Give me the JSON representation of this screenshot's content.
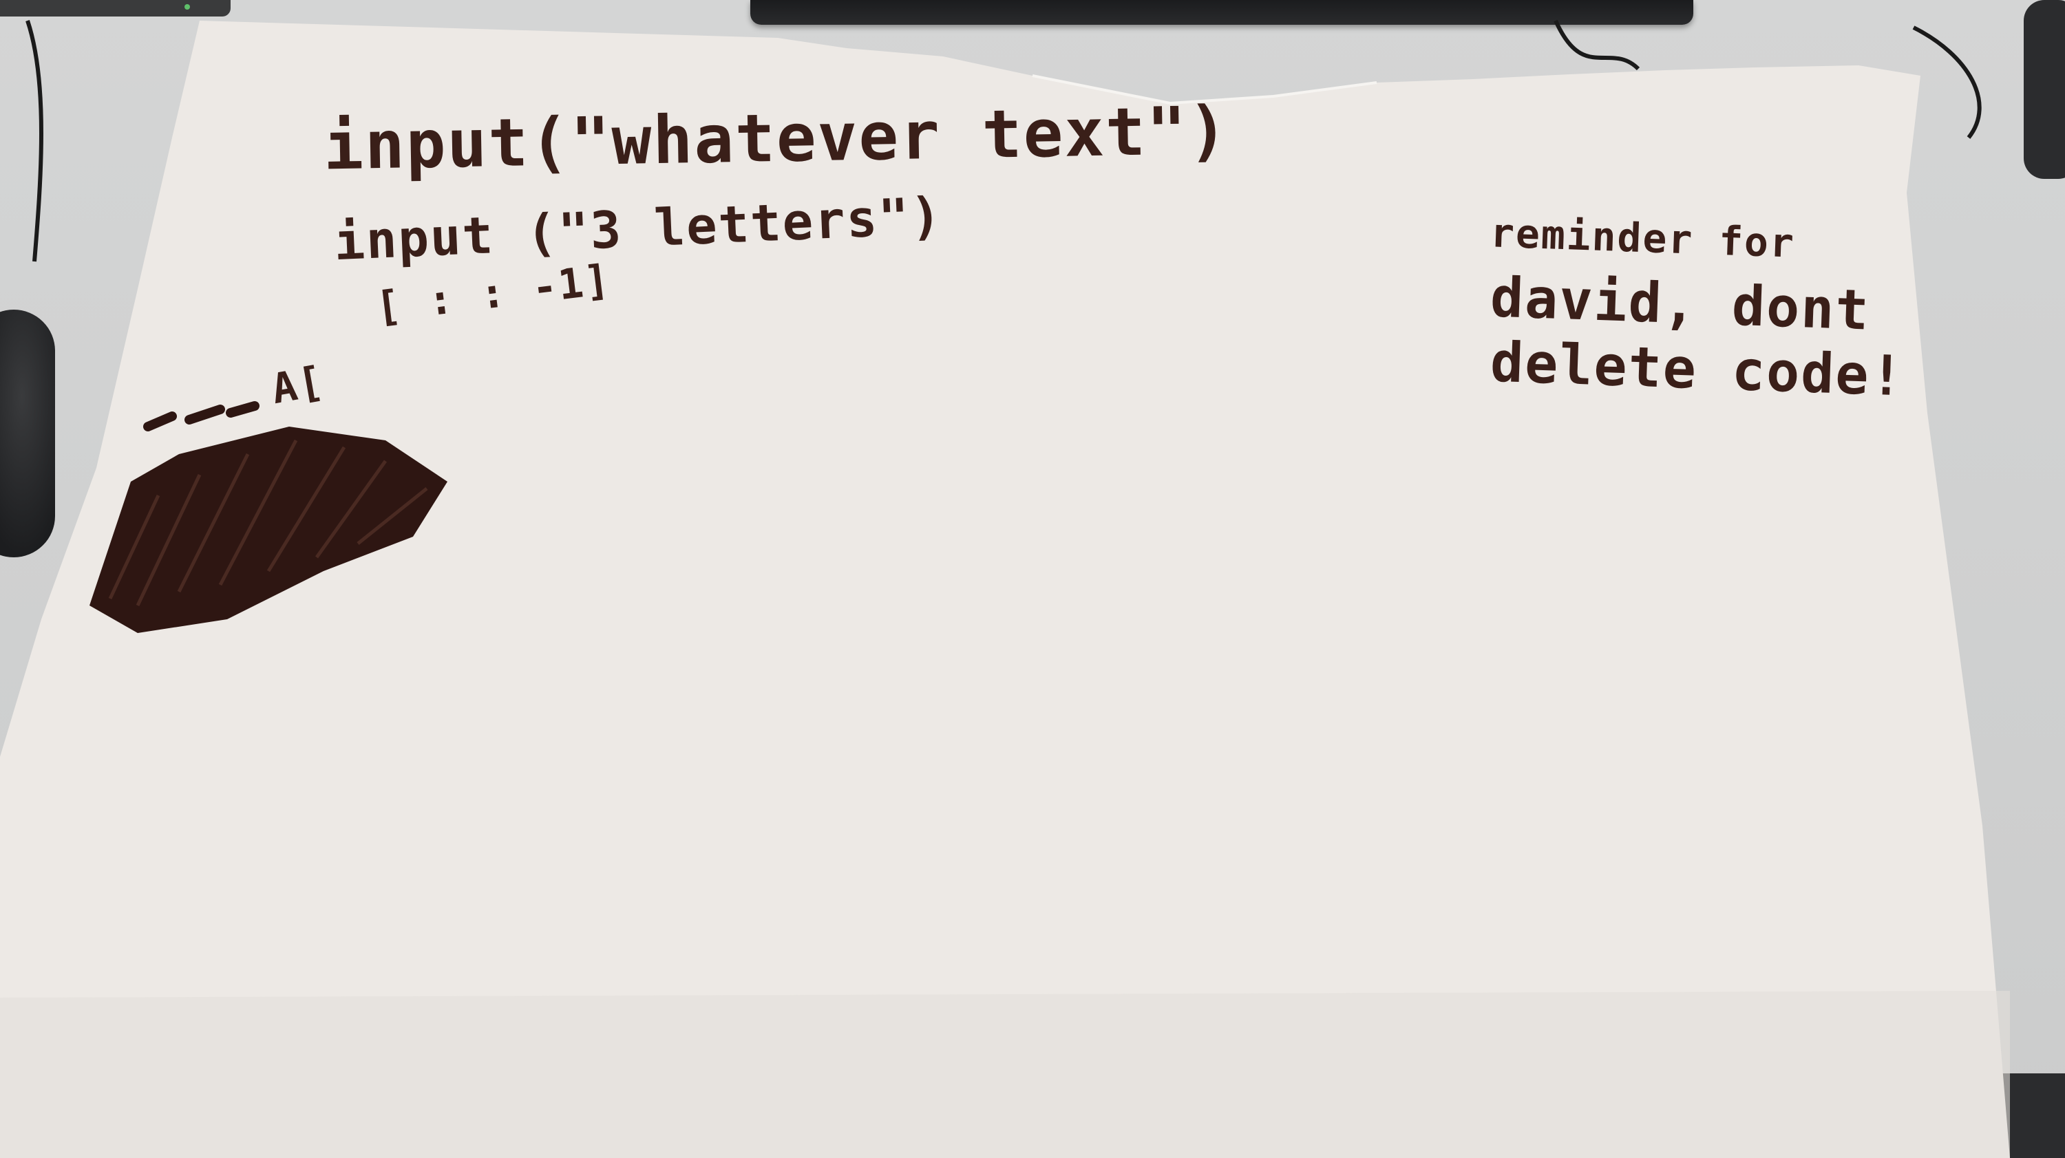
{
  "paper": {
    "code_lines": [
      "input(\"whatever text\")",
      "input (\"3 letters\")",
      "[ : : -1]",
      "A["
    ],
    "note_lines": [
      "reminder for",
      "david, dont",
      "delete code!"
    ]
  },
  "colors": {
    "desk": "#cfd0d0",
    "paper": "#ede9e5",
    "marker_ink": "#3a1f19"
  }
}
